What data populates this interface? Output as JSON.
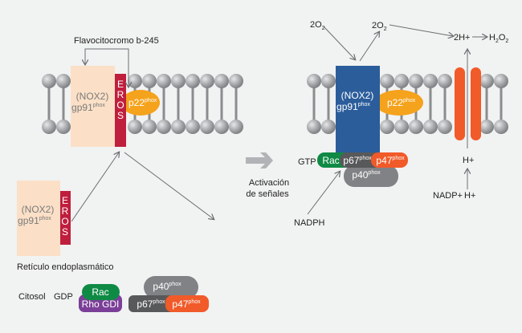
{
  "labels": {
    "flavocytochrome": "Flavocitocromo b-245",
    "nox2": "(NOX2)",
    "gp91": "gp91",
    "phox": "phox",
    "p22": "p22",
    "p40": "p40",
    "p67": "p67",
    "p47": "p47",
    "eros": [
      "E",
      "R",
      "O",
      "S"
    ],
    "er": "Retículo endoplasmático",
    "cytosol": "Citosol",
    "gdp": "GDP",
    "gtp": "GTP",
    "rac": "Rac",
    "rhogdi": "Rho GDI",
    "activation_line1": "Activación",
    "activation_line2": "de señales",
    "nadph": "NADPH",
    "nadp": "NADP+",
    "hplus": "H+",
    "o2a": "2O",
    "o2b": "2O",
    "sub2": "2",
    "twoh": "2H+",
    "h2o2_h": "H",
    "h2o2_o": "O"
  },
  "colors": {
    "background": "#f1f2f2",
    "nox_inactive": "#fbe0c7",
    "nox_active": "#2b5d9b",
    "eros": "#bf1e3d",
    "p22": "#f5a21c",
    "rac": "#0f8a45",
    "rhogdi": "#7b3f98",
    "p67": "#58595b",
    "p47": "#f15a29",
    "p40": "#808285",
    "channel": "#f15a29",
    "lipid": "#a7a9ac",
    "arrow": "#6d6e71",
    "big_arrow": "#b1b3b6"
  }
}
